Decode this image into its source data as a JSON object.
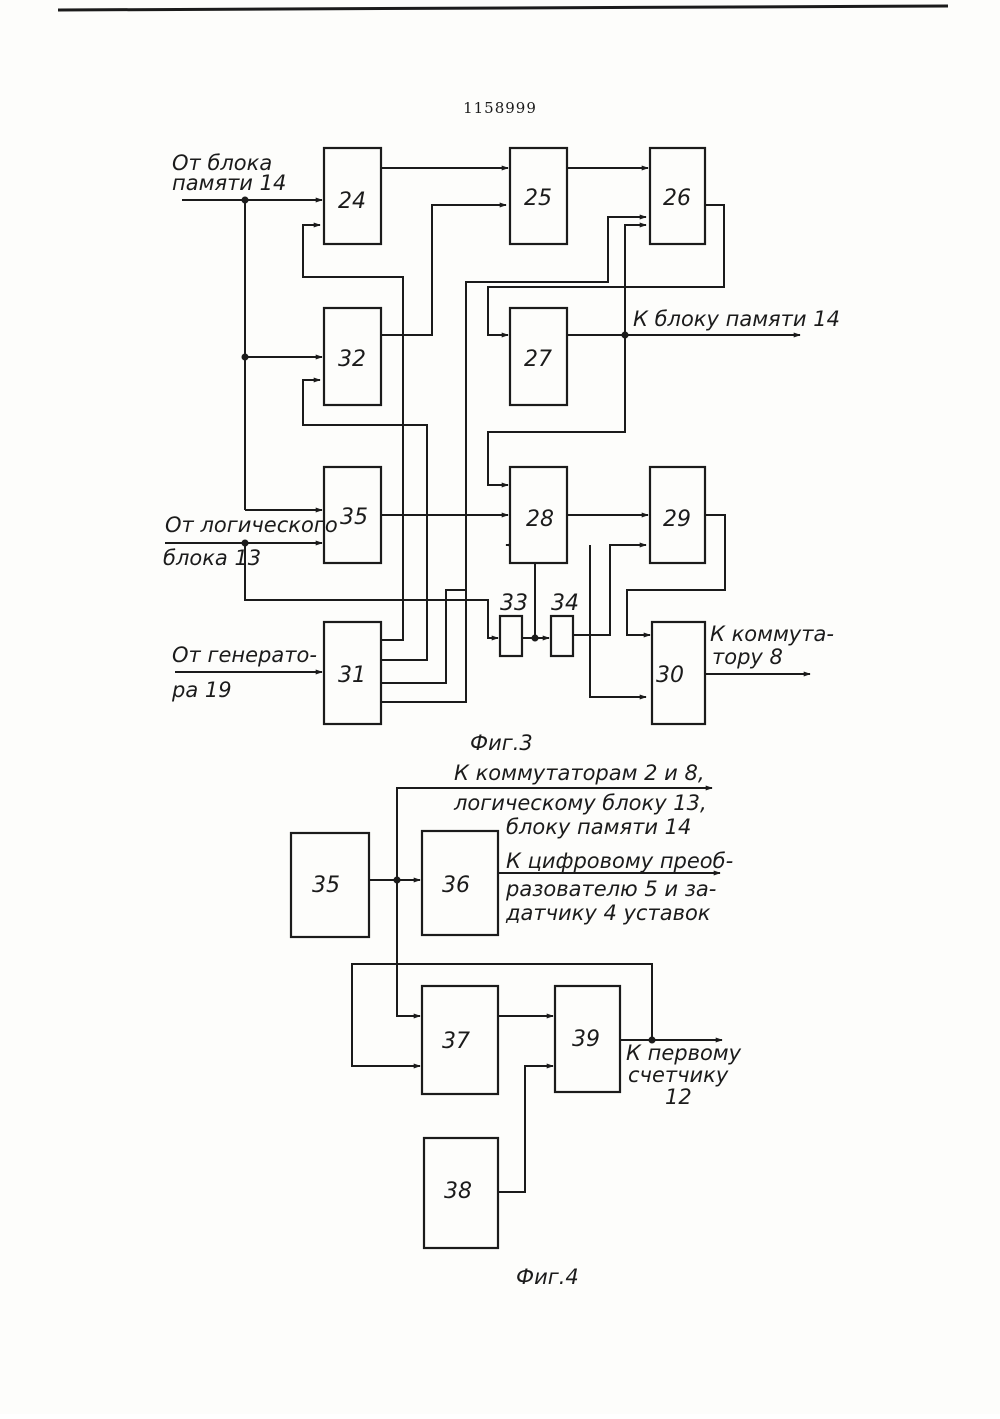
{
  "header": {
    "patent_number": "1158999"
  },
  "fig3": {
    "caption": "Фиг.3",
    "blocks": [
      "24",
      "25",
      "26",
      "27",
      "28",
      "29",
      "30",
      "31",
      "32",
      "33",
      "34",
      "35"
    ],
    "inputs": {
      "memory_line1": "От блока",
      "memory_line2": "памяти 14",
      "logic_line1": "От логического",
      "logic_line2": "блока 13",
      "gen_line1": "От генерато-",
      "gen_line2": "ра 19"
    },
    "outputs": {
      "memory": "К блоку памяти 14",
      "switch_line1": "К коммута-",
      "switch_line2": "тору 8"
    }
  },
  "fig4": {
    "caption": "Фиг.4",
    "blocks": [
      "35",
      "36",
      "37",
      "38",
      "39"
    ],
    "outputs": {
      "top_line1": "К коммутаторам 2 и 8,",
      "top_line2": "логическому блоку 13,",
      "top_line3": "блоку памяти 14",
      "mid_line1": "К цифровому преоб-",
      "mid_line2": "разователю 5 и за-",
      "mid_line3": "датчику 4 уставок",
      "counter_line1": "К первому",
      "counter_line2": "счетчику",
      "counter_line3": "12"
    }
  }
}
